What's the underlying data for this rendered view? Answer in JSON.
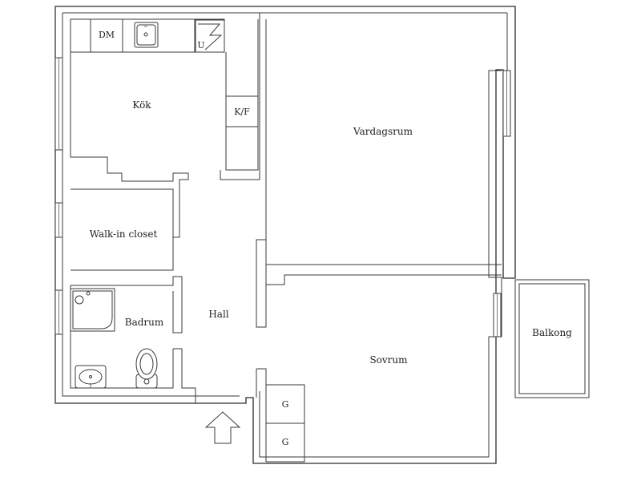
{
  "rooms": {
    "kitchen": "Kök",
    "living_room": "Vardagsrum",
    "walk_in_closet": "Walk-in closet",
    "bathroom": "Badrum",
    "hall": "Hall",
    "bedroom": "Sovrum",
    "balcony": "Balkong"
  },
  "fixtures": {
    "dishwasher": "DM",
    "oven": "U",
    "fridge_freezer": "K/F",
    "wardrobe_top": "G",
    "wardrobe_bottom": "G"
  },
  "icons": {
    "entrance": "entrance-arrow-icon",
    "sink": "kitchen-sink-icon",
    "oven": "oven-icon",
    "shower": "shower-icon",
    "washbasin": "washbasin-icon",
    "toilet": "toilet-icon"
  }
}
